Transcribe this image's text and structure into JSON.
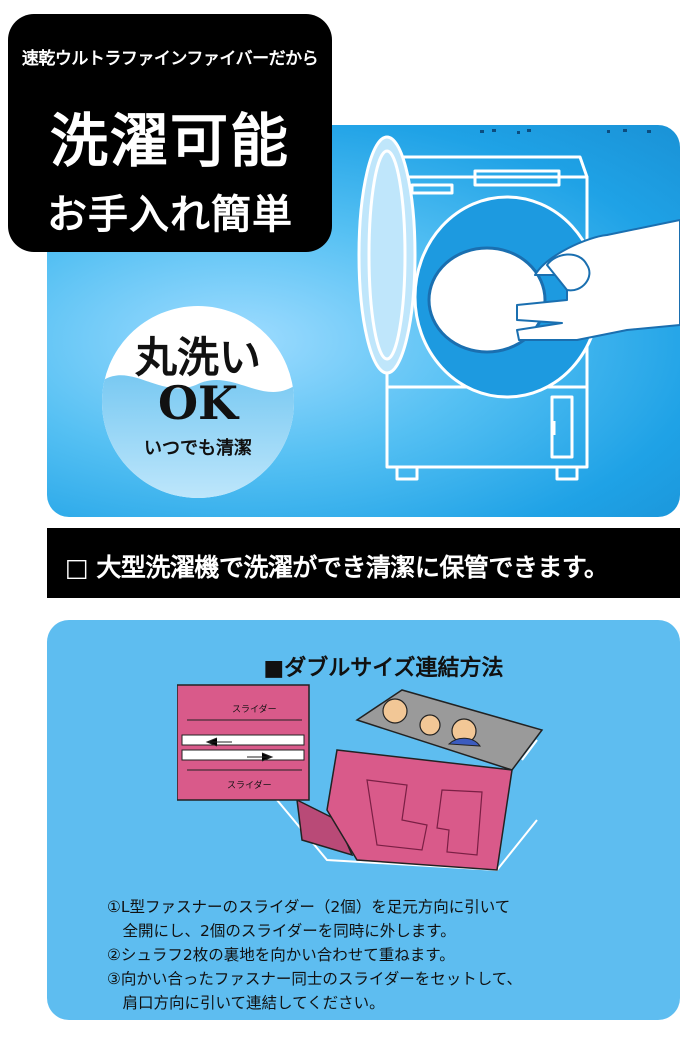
{
  "colors": {
    "panel_blue": "#1fa2e6",
    "method_blue": "#5ebdf0",
    "quilt_pink": "#d95a8a",
    "black": "#000000"
  },
  "headline": {
    "subtitle": "速乾ウルトラファインファイバーだから",
    "main": "洗濯可能",
    "secondary": "お手入れ簡単"
  },
  "badge": {
    "line1": "丸洗い",
    "line2": "OK",
    "line3": "いつでも清潔"
  },
  "note": {
    "text": "□ 大型洗濯機で洗濯ができ清潔に保管できます。"
  },
  "method": {
    "title": "■ダブルサイズ連結方法",
    "slider_label_top": "スライダー",
    "slider_label_bottom": "スライダー",
    "steps": [
      "①L型ファスナーのスライダー（2個）を足元方向に引いて",
      "　全開にし、2個のスライダーを同時に外します。",
      "②シュラフ2枚の裏地を向かい合わせて重ねます。",
      "③向かい合ったファスナー同士のスライダーをセットして、",
      "　肩口方向に引いて連結してください。"
    ]
  }
}
